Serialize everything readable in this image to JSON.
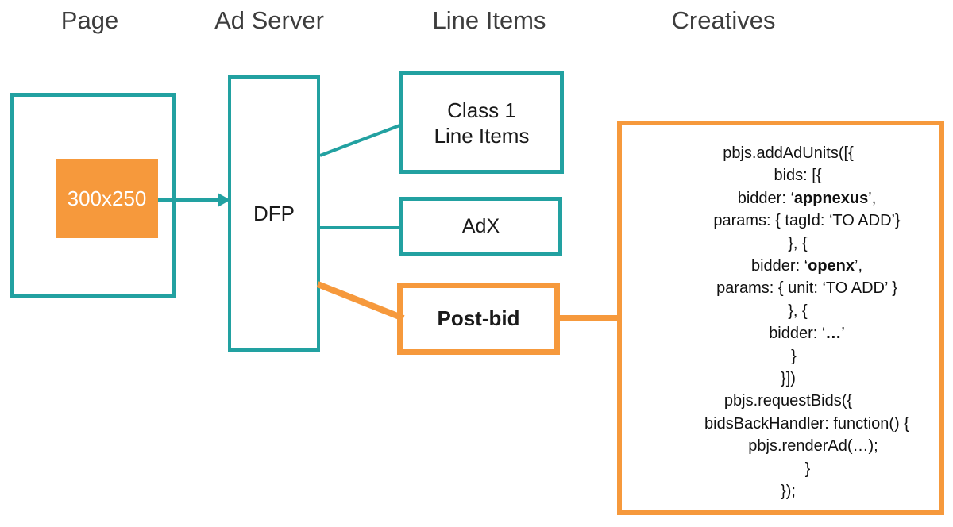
{
  "columns": [
    {
      "label": "Page"
    },
    {
      "label": "Ad Server"
    },
    {
      "label": "Line Items"
    },
    {
      "label": "Creatives"
    }
  ],
  "page_box": {
    "ad_slot": "300x250"
  },
  "ad_server_box": {
    "label": "DFP"
  },
  "line_item_boxes": {
    "class1": {
      "line1": "Class 1",
      "line2": "Line Items"
    },
    "adx": {
      "label": "AdX"
    },
    "postbid": {
      "label": "Post-bid"
    }
  },
  "creatives_code": {
    "lines": [
      {
        "indent": 0,
        "parts": [
          {
            "t": "pbjs.addAdUnits([{"
          }
        ]
      },
      {
        "indent": 24,
        "parts": [
          {
            "t": "bids: [{"
          }
        ]
      },
      {
        "indent": 47,
        "parts": [
          {
            "t": "bidder: ‘"
          },
          {
            "t": "appnexus",
            "b": true
          },
          {
            "t": "’,"
          }
        ]
      },
      {
        "indent": 47,
        "parts": [
          {
            "t": "params: { tagId: ‘TO ADD’}"
          }
        ]
      },
      {
        "indent": 24,
        "parts": [
          {
            "t": "}, {"
          }
        ]
      },
      {
        "indent": 47,
        "parts": [
          {
            "t": "bidder: ‘"
          },
          {
            "t": "openx",
            "b": true
          },
          {
            "t": "’,"
          }
        ]
      },
      {
        "indent": 47,
        "parts": [
          {
            "t": "params: { unit: ‘TO ADD’ }"
          }
        ]
      },
      {
        "indent": 24,
        "parts": [
          {
            "t": "}, {"
          }
        ]
      },
      {
        "indent": 47,
        "parts": [
          {
            "t": "bidder: ‘"
          },
          {
            "t": "…",
            "b": true
          },
          {
            "t": "’"
          }
        ]
      },
      {
        "indent": 14,
        "parts": [
          {
            "t": "}"
          }
        ]
      },
      {
        "indent": 0,
        "parts": [
          {
            "t": "}])"
          }
        ]
      },
      {
        "indent": 0,
        "parts": [
          {
            "t": "pbjs.requestBids({"
          }
        ]
      },
      {
        "indent": 47,
        "parts": [
          {
            "t": "bidsBackHandler: function() {"
          }
        ]
      },
      {
        "indent": 63,
        "parts": [
          {
            "t": "pbjs.renderAd(…);"
          }
        ]
      },
      {
        "indent": 49,
        "parts": [
          {
            "t": "}"
          }
        ]
      },
      {
        "indent": 0,
        "parts": [
          {
            "t": "});"
          }
        ]
      }
    ]
  },
  "colors": {
    "teal": "#22A1A1",
    "orange": "#F6993C",
    "text_dark": "#3D3D3D",
    "code_text": "#111111"
  }
}
